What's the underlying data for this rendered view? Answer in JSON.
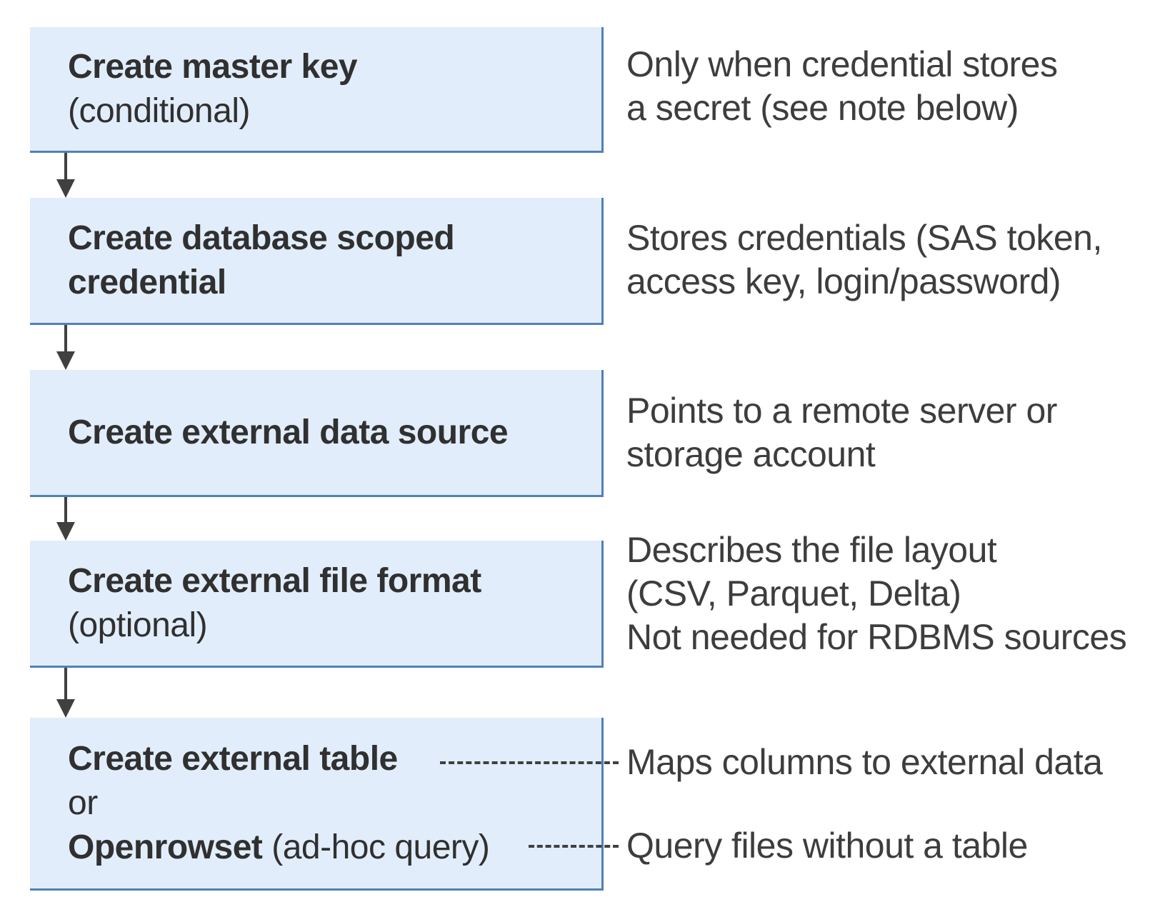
{
  "diagram": {
    "boxes": [
      {
        "title": "Create master key",
        "subtitle": "(conditional)"
      },
      {
        "title_line1": "Create database scoped",
        "title_line2": "credential"
      },
      {
        "title": "Create external data source"
      },
      {
        "title": "Create external file format",
        "subtitle": "(optional)"
      },
      {
        "line1": "Create external table",
        "line2": "or",
        "line3_bold": "Openrowset",
        "line3_rest": " (ad-hoc query)"
      }
    ],
    "annotations": [
      {
        "lines": [
          "Only when credential stores",
          "a secret (see note below)"
        ]
      },
      {
        "lines": [
          "Stores credentials (SAS token,",
          "access key, login/password)"
        ]
      },
      {
        "lines": [
          "Points to a remote server or",
          "storage account"
        ]
      },
      {
        "lines": [
          "Describes the file layout",
          "(CSV, Parquet, Delta)",
          "Not needed for RDBMS sources"
        ]
      },
      {
        "lines": [
          "Maps columns to external data"
        ]
      },
      {
        "lines": [
          "Query files without a table"
        ]
      }
    ],
    "colors": {
      "box_fill": "#e2edfb",
      "box_border": "#4f81ba",
      "text": "#303030",
      "annotation_text": "#3d3d3d",
      "connector": "#404040"
    }
  }
}
